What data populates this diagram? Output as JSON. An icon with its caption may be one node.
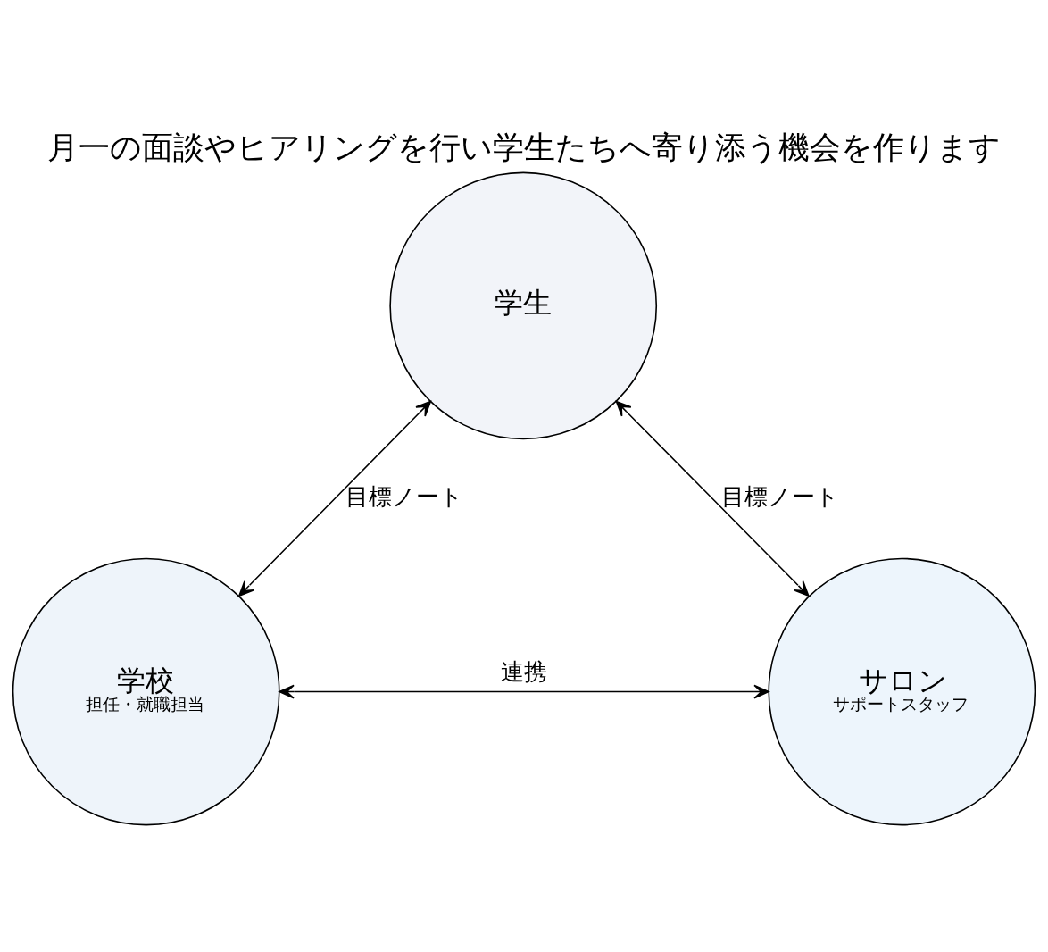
{
  "diagram": {
    "title": "月一の面談やヒアリングを行い学生たちへ寄り添う機会を作ります",
    "nodes": [
      {
        "text": [
          "学生"
        ]
      },
      {
        "text": [
          "学校",
          "担任・就職担当"
        ]
      },
      {
        "text": [
          "サロン",
          "サポートスタッフ"
        ]
      }
    ],
    "edges": [
      {
        "from": 0,
        "to": 1,
        "arrow": "both",
        "label": "目標ノート"
      },
      {
        "from": 0,
        "to": 2,
        "arrow": "both",
        "label": "目標ノート"
      },
      {
        "from": 1,
        "to": 2,
        "arrow": "both",
        "label": "連携"
      }
    ]
  }
}
